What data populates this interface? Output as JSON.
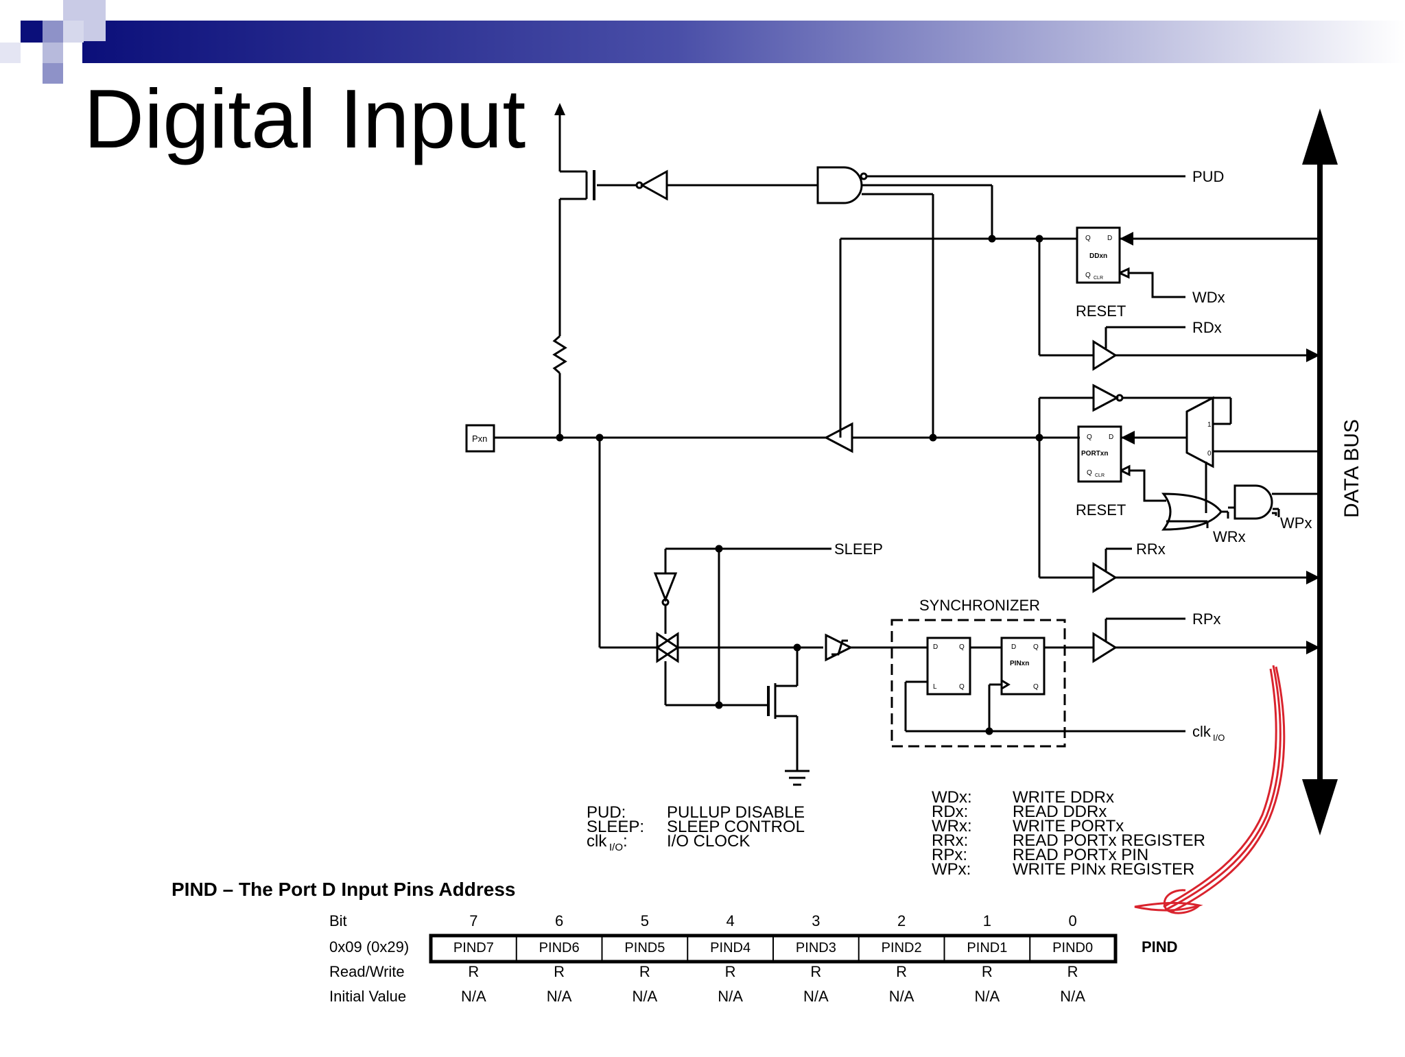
{
  "slide": {
    "title": "Digital Input",
    "colors": {
      "banner_start": "#0b0f7a",
      "banner_end": "#ffffff",
      "accent_square": "#8e92c8",
      "annotation": "#d9232d"
    }
  },
  "diagram": {
    "signals": {
      "pud": "PUD",
      "wdx": "WDx",
      "rdx": "RDx",
      "wrx": "WRx",
      "wpx": "WPx",
      "rrx": "RRx",
      "rpx": "RPx",
      "sleep": "SLEEP",
      "clk_main": "clk",
      "clk_sub": "I/O",
      "pxn": "Pxn",
      "data_bus": "DATA BUS",
      "synchronizer": "SYNCHRONIZER",
      "reset_top": "RESET",
      "reset_mid": "RESET"
    },
    "blocks": {
      "ddxn": {
        "name": "DDxn",
        "q": "Q",
        "d": "D",
        "qbar": "Q",
        "clr": "CLR"
      },
      "portxn": {
        "name": "PORTxn",
        "q": "Q",
        "d": "D",
        "qbar": "Q",
        "clr": "CLR"
      },
      "latch": {
        "d": "D",
        "q": "Q",
        "l": "L",
        "qbar": "Q"
      },
      "pinxn": {
        "name": "PINxn",
        "d": "D",
        "q": "Q",
        "qbar": "Q"
      },
      "mux": {
        "in1": "1",
        "in0": "0"
      }
    },
    "legend_left": [
      {
        "key": "PUD:",
        "value": "PULLUP DISABLE"
      },
      {
        "key": "SLEEP:",
        "value": "SLEEP CONTROL"
      },
      {
        "key": "clk",
        "key_sub": "I/O",
        "key_suffix": ":",
        "value": "I/O CLOCK"
      }
    ],
    "legend_right": [
      {
        "key": "WDx:",
        "value": "WRITE DDRx"
      },
      {
        "key": "RDx:",
        "value": "READ DDRx"
      },
      {
        "key": "WRx:",
        "value": "WRITE PORTx"
      },
      {
        "key": "RRx:",
        "value": "READ PORTx REGISTER"
      },
      {
        "key": "RPx:",
        "value": "READ PORTx PIN"
      },
      {
        "key": "WPx:",
        "value": "WRITE PINx REGISTER"
      }
    ]
  },
  "register": {
    "title": "PIND – The Port D Input Pins Address",
    "row_labels": {
      "bit": "Bit",
      "address": "0x09 (0x29)",
      "rw": "Read/Write",
      "init": "Initial Value"
    },
    "name": "PIND",
    "bits": [
      {
        "bit": "7",
        "field": "PIND7",
        "rw": "R",
        "init": "N/A"
      },
      {
        "bit": "6",
        "field": "PIND6",
        "rw": "R",
        "init": "N/A"
      },
      {
        "bit": "5",
        "field": "PIND5",
        "rw": "R",
        "init": "N/A"
      },
      {
        "bit": "4",
        "field": "PIND4",
        "rw": "R",
        "init": "N/A"
      },
      {
        "bit": "3",
        "field": "PIND3",
        "rw": "R",
        "init": "N/A"
      },
      {
        "bit": "2",
        "field": "PIND2",
        "rw": "R",
        "init": "N/A"
      },
      {
        "bit": "1",
        "field": "PIND1",
        "rw": "R",
        "init": "N/A"
      },
      {
        "bit": "0",
        "field": "PIND0",
        "rw": "R",
        "init": "N/A"
      }
    ]
  }
}
